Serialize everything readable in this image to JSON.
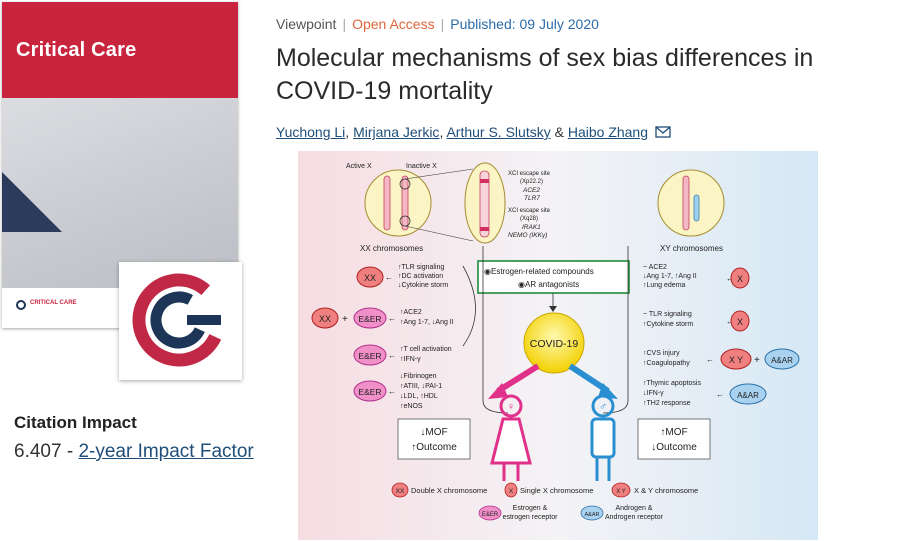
{
  "journal": {
    "cover_title": "Critical Care",
    "cover_footer": "CRITICAL CARE"
  },
  "citation": {
    "label": "Citation Impact",
    "value": "6.407",
    "separator": "-",
    "link": "2-year Impact Factor"
  },
  "article": {
    "type": "Viewpoint",
    "access": "Open Access",
    "published": "Published: 09 July 2020",
    "title": "Molecular mechanisms of sex bias differences in COVID-19 mortality",
    "authors": [
      "Yuchong Li",
      "Mirjana Jerkic",
      "Arthur S. Slutsky",
      "Haibo Zhang"
    ],
    "author_join": ",",
    "author_last_join": "&"
  },
  "figure": {
    "active_x": "Active X",
    "inactive_x": "Inactive X",
    "xci1": "XCI escape site",
    "xci1_loc": "(Xp22.2)",
    "gene_ace2": "ACE2",
    "gene_tlr7": "TLR7",
    "xci2": "XCI escape site",
    "xci2_loc": "(Xq28)",
    "gene_irak1": "IRAK1",
    "gene_nemo": "NEMO (IKKγ)",
    "xx_chromosomes": "XX chromosomes",
    "xy_chromosomes": "XY chromosomes",
    "estrogen_compounds": "◉Estrogen-related compounds",
    "ar_antagonists": "◉AR antagonists",
    "covid": "COVID-19",
    "left_rows": [
      {
        "tag": "XX",
        "lines": [
          "↑TLR signaling",
          "↑DC activation",
          "↓Cytokine storm"
        ]
      },
      {
        "tag": "XX + E&ER",
        "lines": [
          "↑ACE2",
          "↑Ang 1-7, ↓Ang II"
        ]
      },
      {
        "tag": "E&ER",
        "lines": [
          "↑T cell activation",
          "↑IFN-γ"
        ]
      },
      {
        "tag": "E&ER",
        "lines": [
          "↓Fibrinogen",
          "↑ATIII, ↓PAI-1",
          "↓LDL, ↑HDL",
          "↑eNOS"
        ]
      }
    ],
    "right_rows": [
      {
        "tag": "X",
        "lines": [
          "~ ACE2",
          "↓Ang 1-7, ↑Ang II",
          "↑Lung edema"
        ]
      },
      {
        "tag": "X",
        "lines": [
          "~ TLR signaling",
          "↑Cytokine storm"
        ]
      },
      {
        "tag": "XY + A&AR",
        "lines": [
          "↑CVS injury",
          "↑Coagulopathy"
        ]
      },
      {
        "tag": "A&AR",
        "lines": [
          "↑Thymic apoptosis",
          "↓IFN-γ",
          "↑TH2 response"
        ]
      }
    ],
    "plus": "+",
    "tag_xx": "XX",
    "tag_x": "X",
    "tag_xy": "X Y",
    "tag_eer": "E&ER",
    "tag_aar": "A&AR",
    "female_outcome": [
      "↓MOF",
      "↑Outcome"
    ],
    "male_outcome": [
      "↑MOF",
      "↓Outcome"
    ],
    "female_symbol": "♀",
    "male_symbol": "♂",
    "legend": {
      "double_x": "Double X chromosome",
      "single_x": "Single X chromosome",
      "xy": "X & Y chromosome",
      "eer_1": "Estrogen &",
      "eer_2": "estrogen receptor",
      "aar_1": "Androgen &",
      "aar_2": "Androgen receptor"
    }
  }
}
